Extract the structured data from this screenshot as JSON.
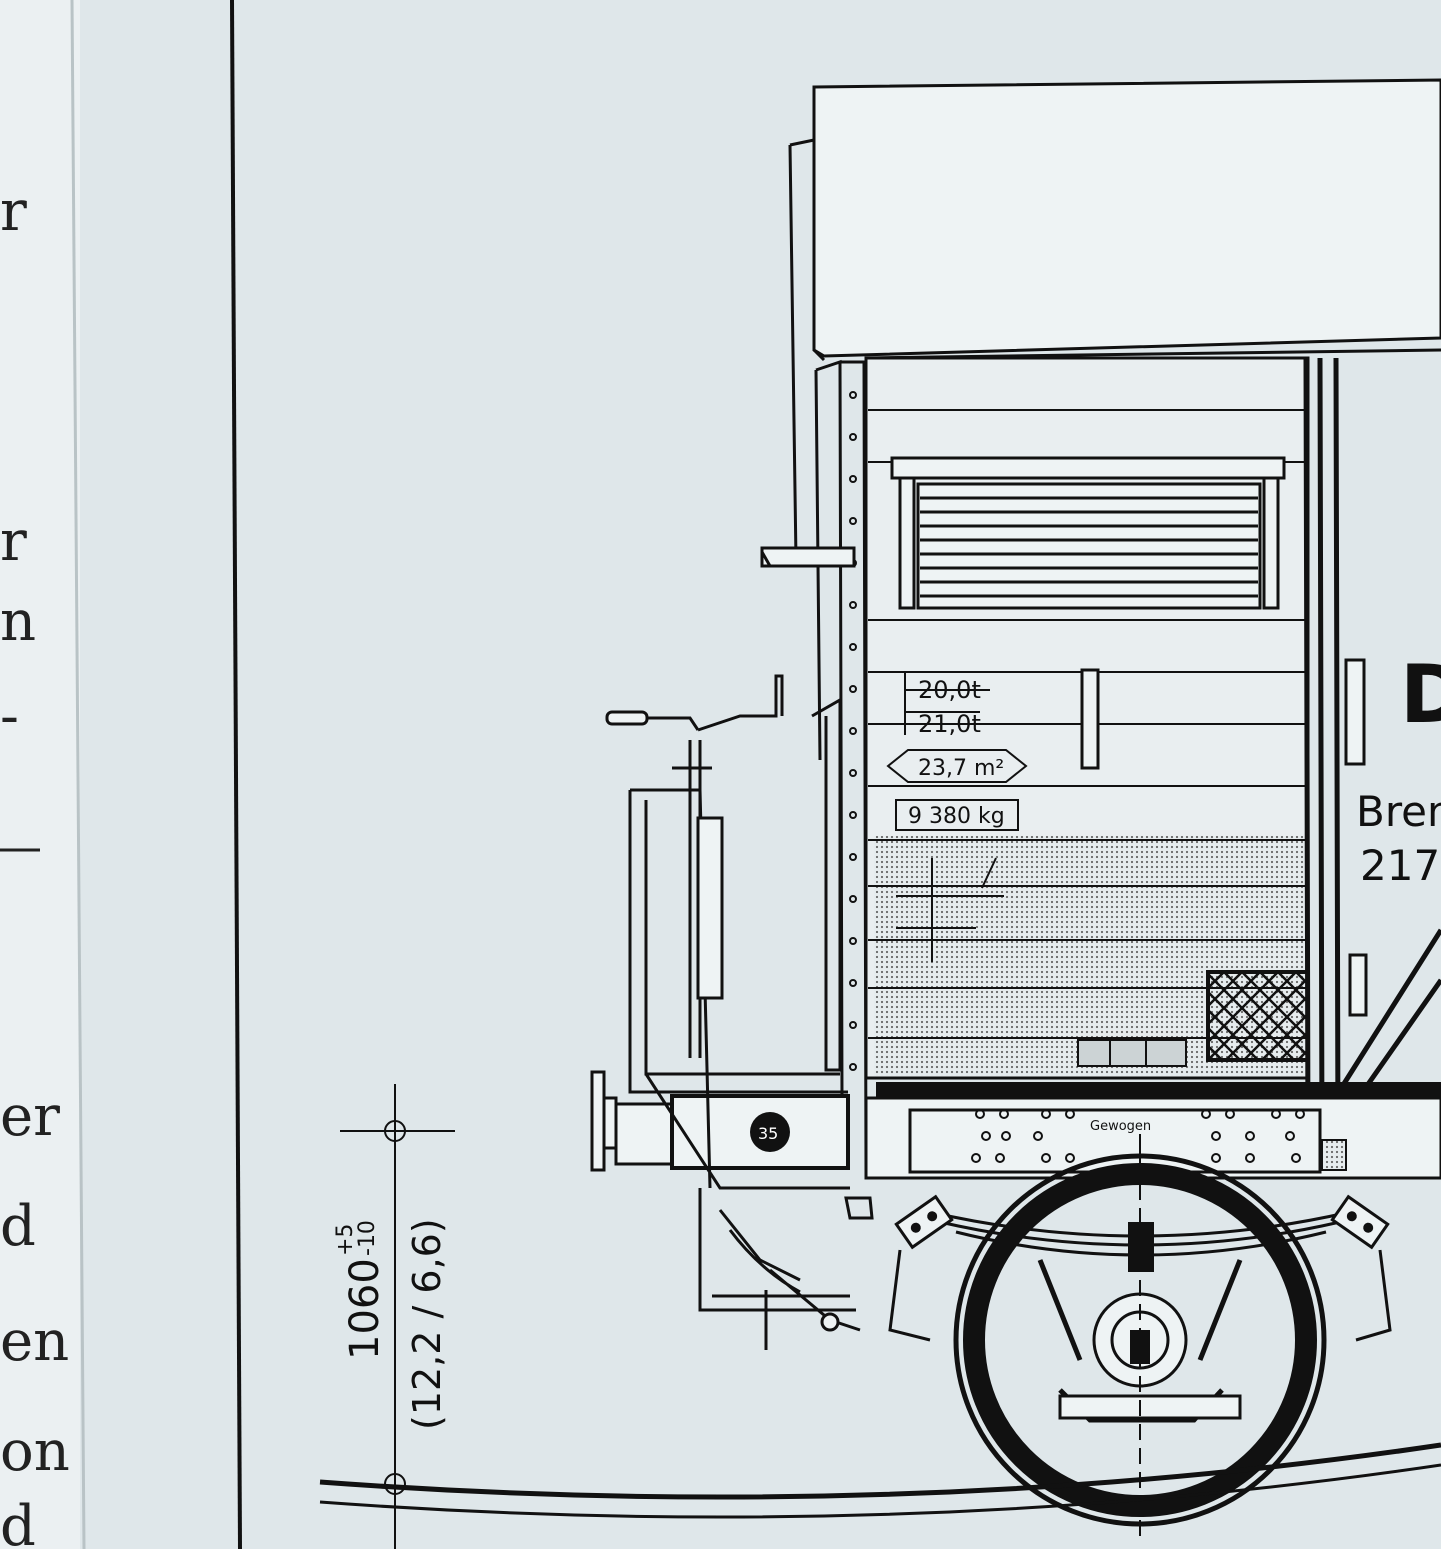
{
  "margin_fragments": [
    "r",
    "r",
    "n",
    "-",
    "er",
    "d",
    "en",
    "on",
    "d"
  ],
  "car_markings": {
    "tare_line_1": "20,0t",
    "tare_line_2": "21,0t",
    "floor_area": "23,7 m²",
    "tare_weight": "9 380 kg",
    "owner_letter": "D",
    "station": "Brem",
    "number": "217",
    "weighed_label": "Gewogen",
    "buffer_number": "35"
  },
  "dimension": {
    "height_value": "1060",
    "tolerance_plus": "+5",
    "tolerance_minus": "-10",
    "alternatives": "(12,2 / 6,6)"
  },
  "colors": {
    "paper": "#dfe7ea",
    "ink": "#111111",
    "stipple": "#9aa3a6"
  }
}
